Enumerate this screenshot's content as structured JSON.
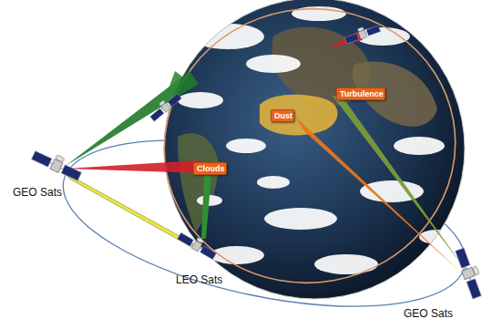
{
  "diagram": {
    "nodes": [
      {
        "text": [
          "Turbulence"
        ]
      },
      {
        "text": [
          "Dust"
        ]
      },
      {
        "text": [
          "Clouds"
        ]
      }
    ],
    "labels": [
      "GEO Sats",
      "LEO Sats",
      "GEO Sats"
    ]
  }
}
